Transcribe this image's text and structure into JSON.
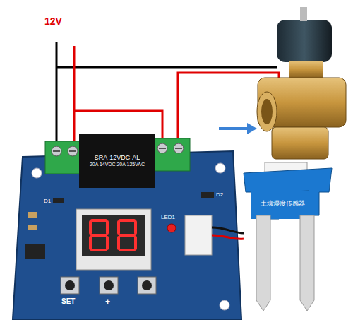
{
  "diagram": {
    "nodes": [
      {
        "text": [
          "SRA-12VDC-AL",
          "20A 14VDC 20A 125VAC"
        ]
      },
      {
        "text": [
          "土壤湿度传感器"
        ]
      }
    ],
    "labels": [
      "12V",
      "SET",
      "+",
      "D1",
      "D2",
      "LED1"
    ]
  }
}
